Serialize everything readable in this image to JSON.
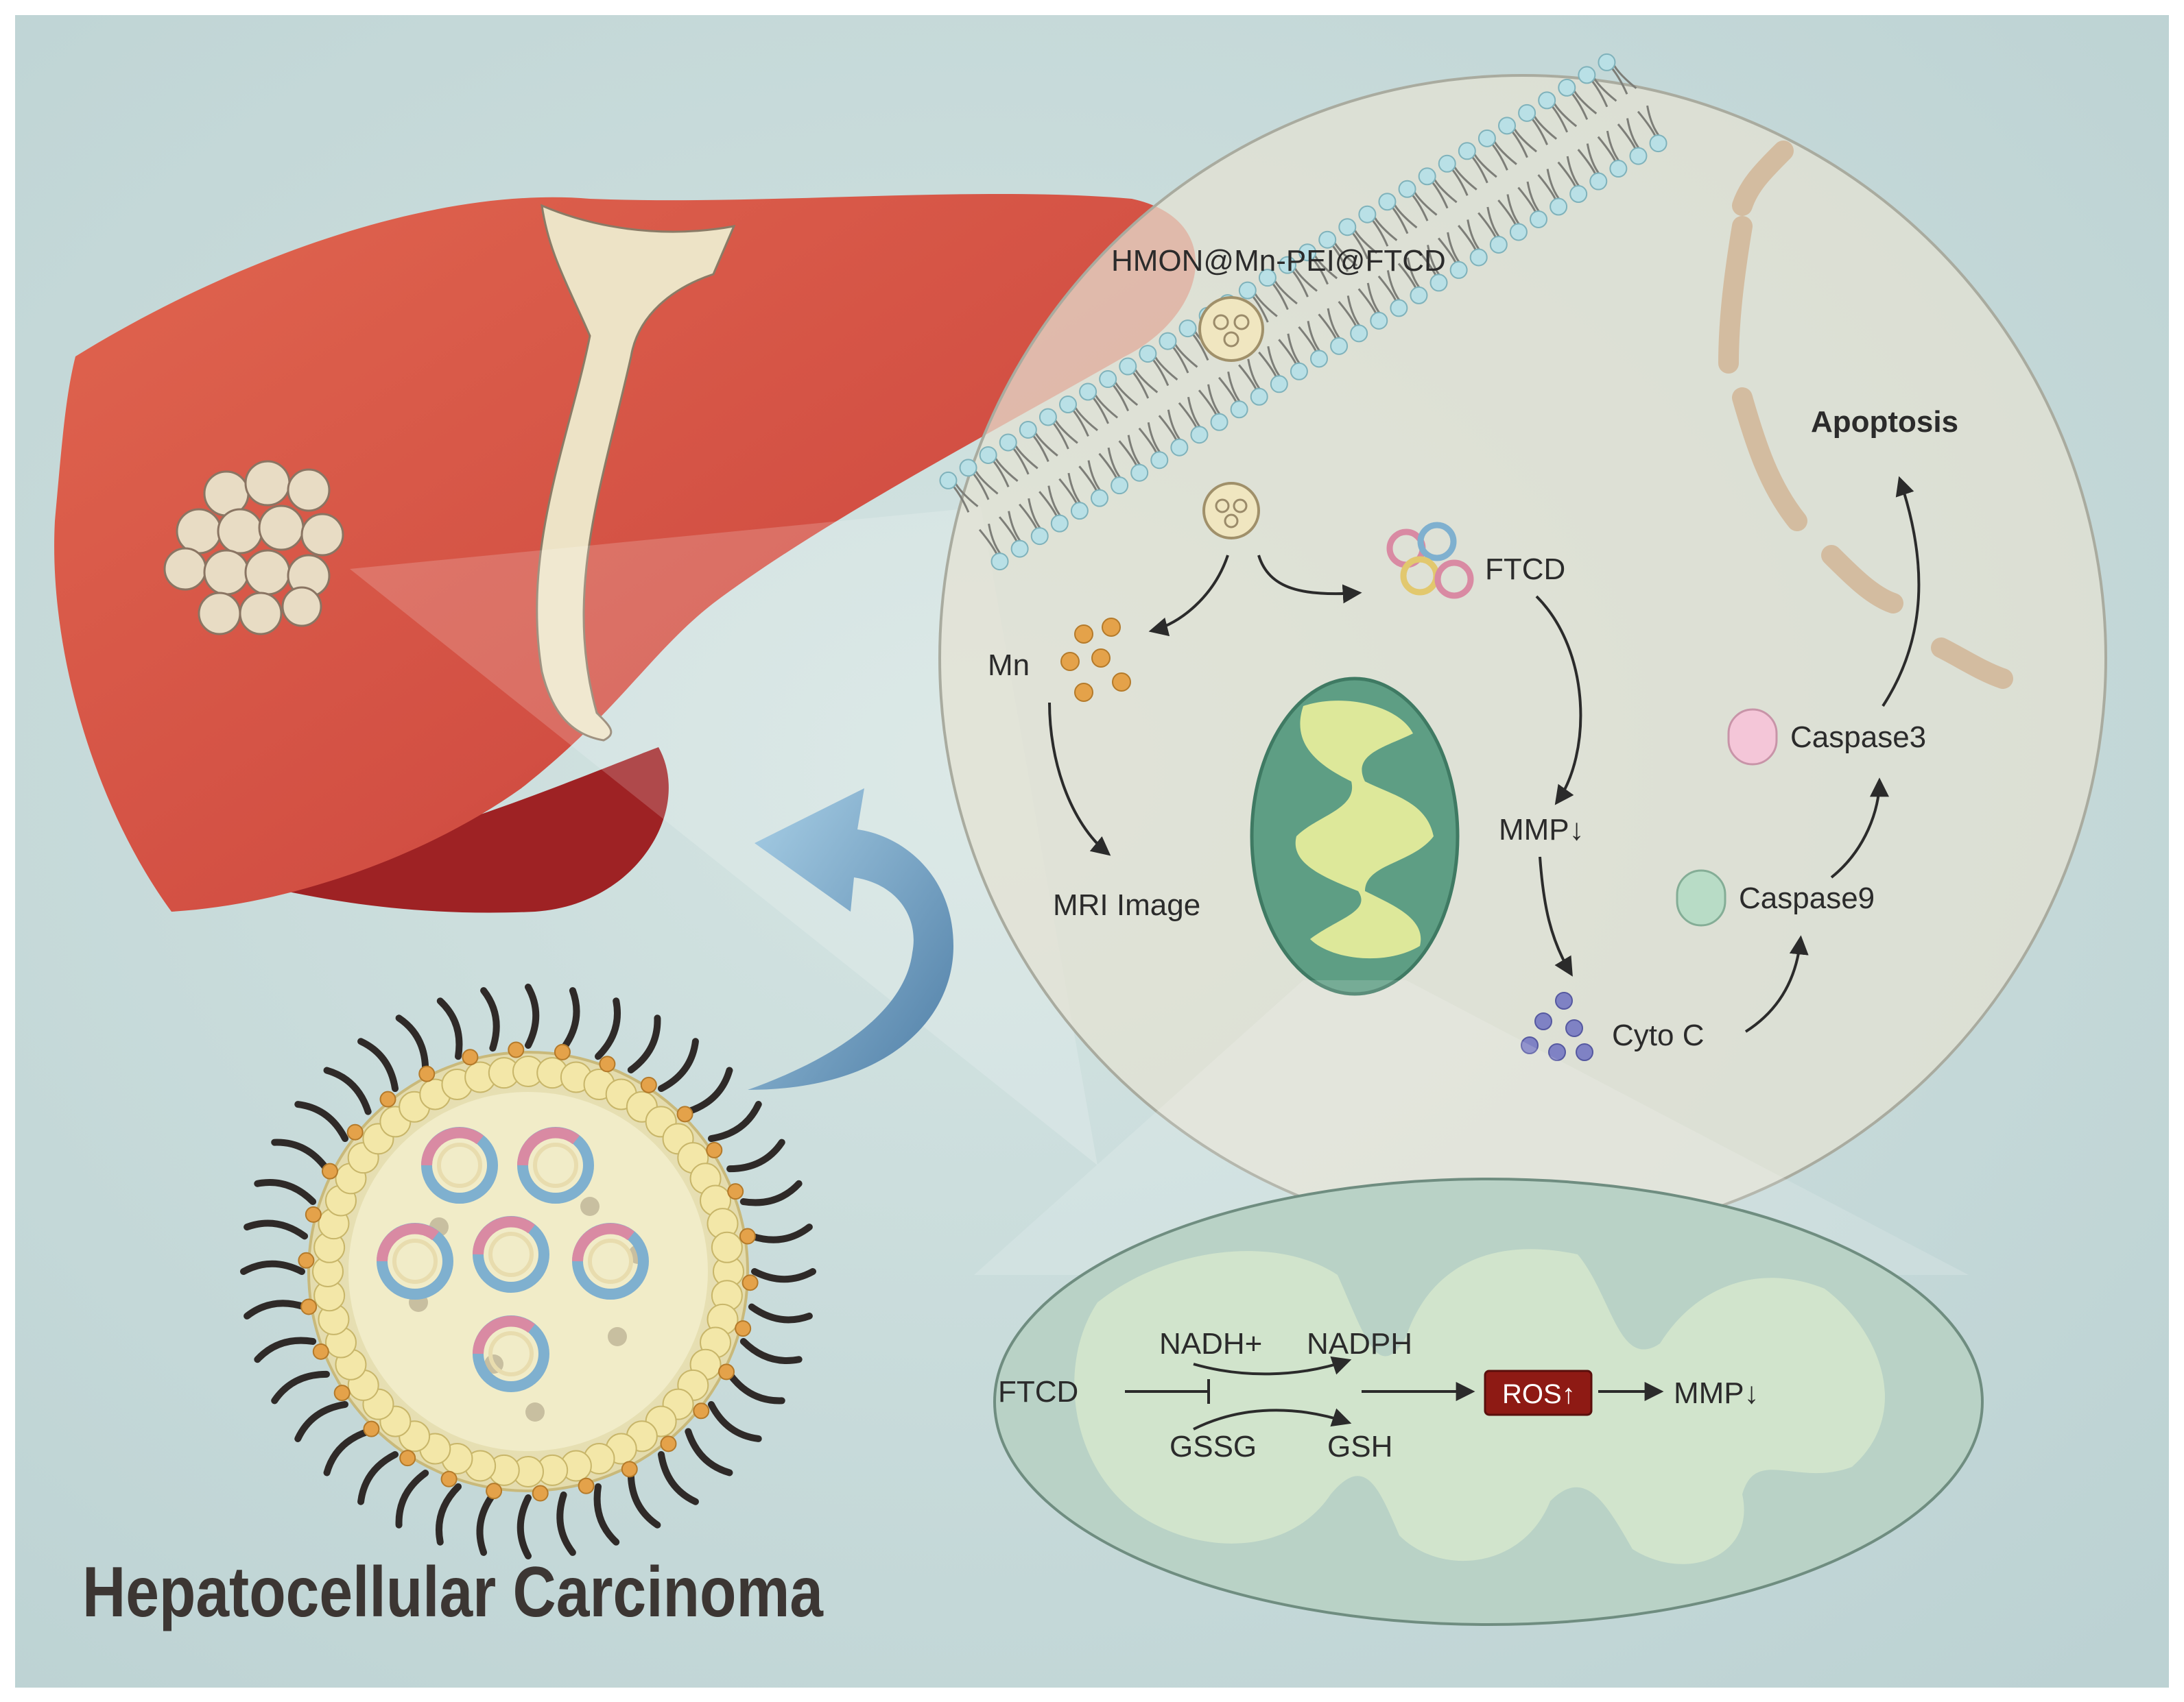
{
  "title": "Hepatocellular Carcinoma",
  "labels": {
    "nanoparticle": "HMON@Mn-PEI@FTCD",
    "ftcd": "FTCD",
    "mn": "Mn",
    "mri": "MRI Image",
    "mmp": "MMP↓",
    "cyto": "Cyto C",
    "caspase9": "Caspase9",
    "caspase3": "Caspase3",
    "apoptosis": "Apoptosis",
    "mito_ftcd": "FTCD",
    "nadh": "NADH+",
    "nadph": "NADPH",
    "gssg": "GSSG",
    "gsh": "GSH",
    "ros": "ROS↑",
    "mito_mmp": "MMP↓"
  },
  "colors": {
    "background": "#c9dcdc",
    "liver": "#d9574a",
    "ligament": "#efe6c9",
    "cell": "#e4e1d3",
    "mito_outer": "#5e9e84",
    "mito_inner": "#dde89a",
    "ros": "#8e1a14",
    "arrow_blue": "#6c97b8"
  },
  "icons": [
    "liver",
    "tumor-nodules",
    "nanoparticle",
    "lipid-bilayer",
    "mitochondrion",
    "blue-curved-arrow"
  ]
}
